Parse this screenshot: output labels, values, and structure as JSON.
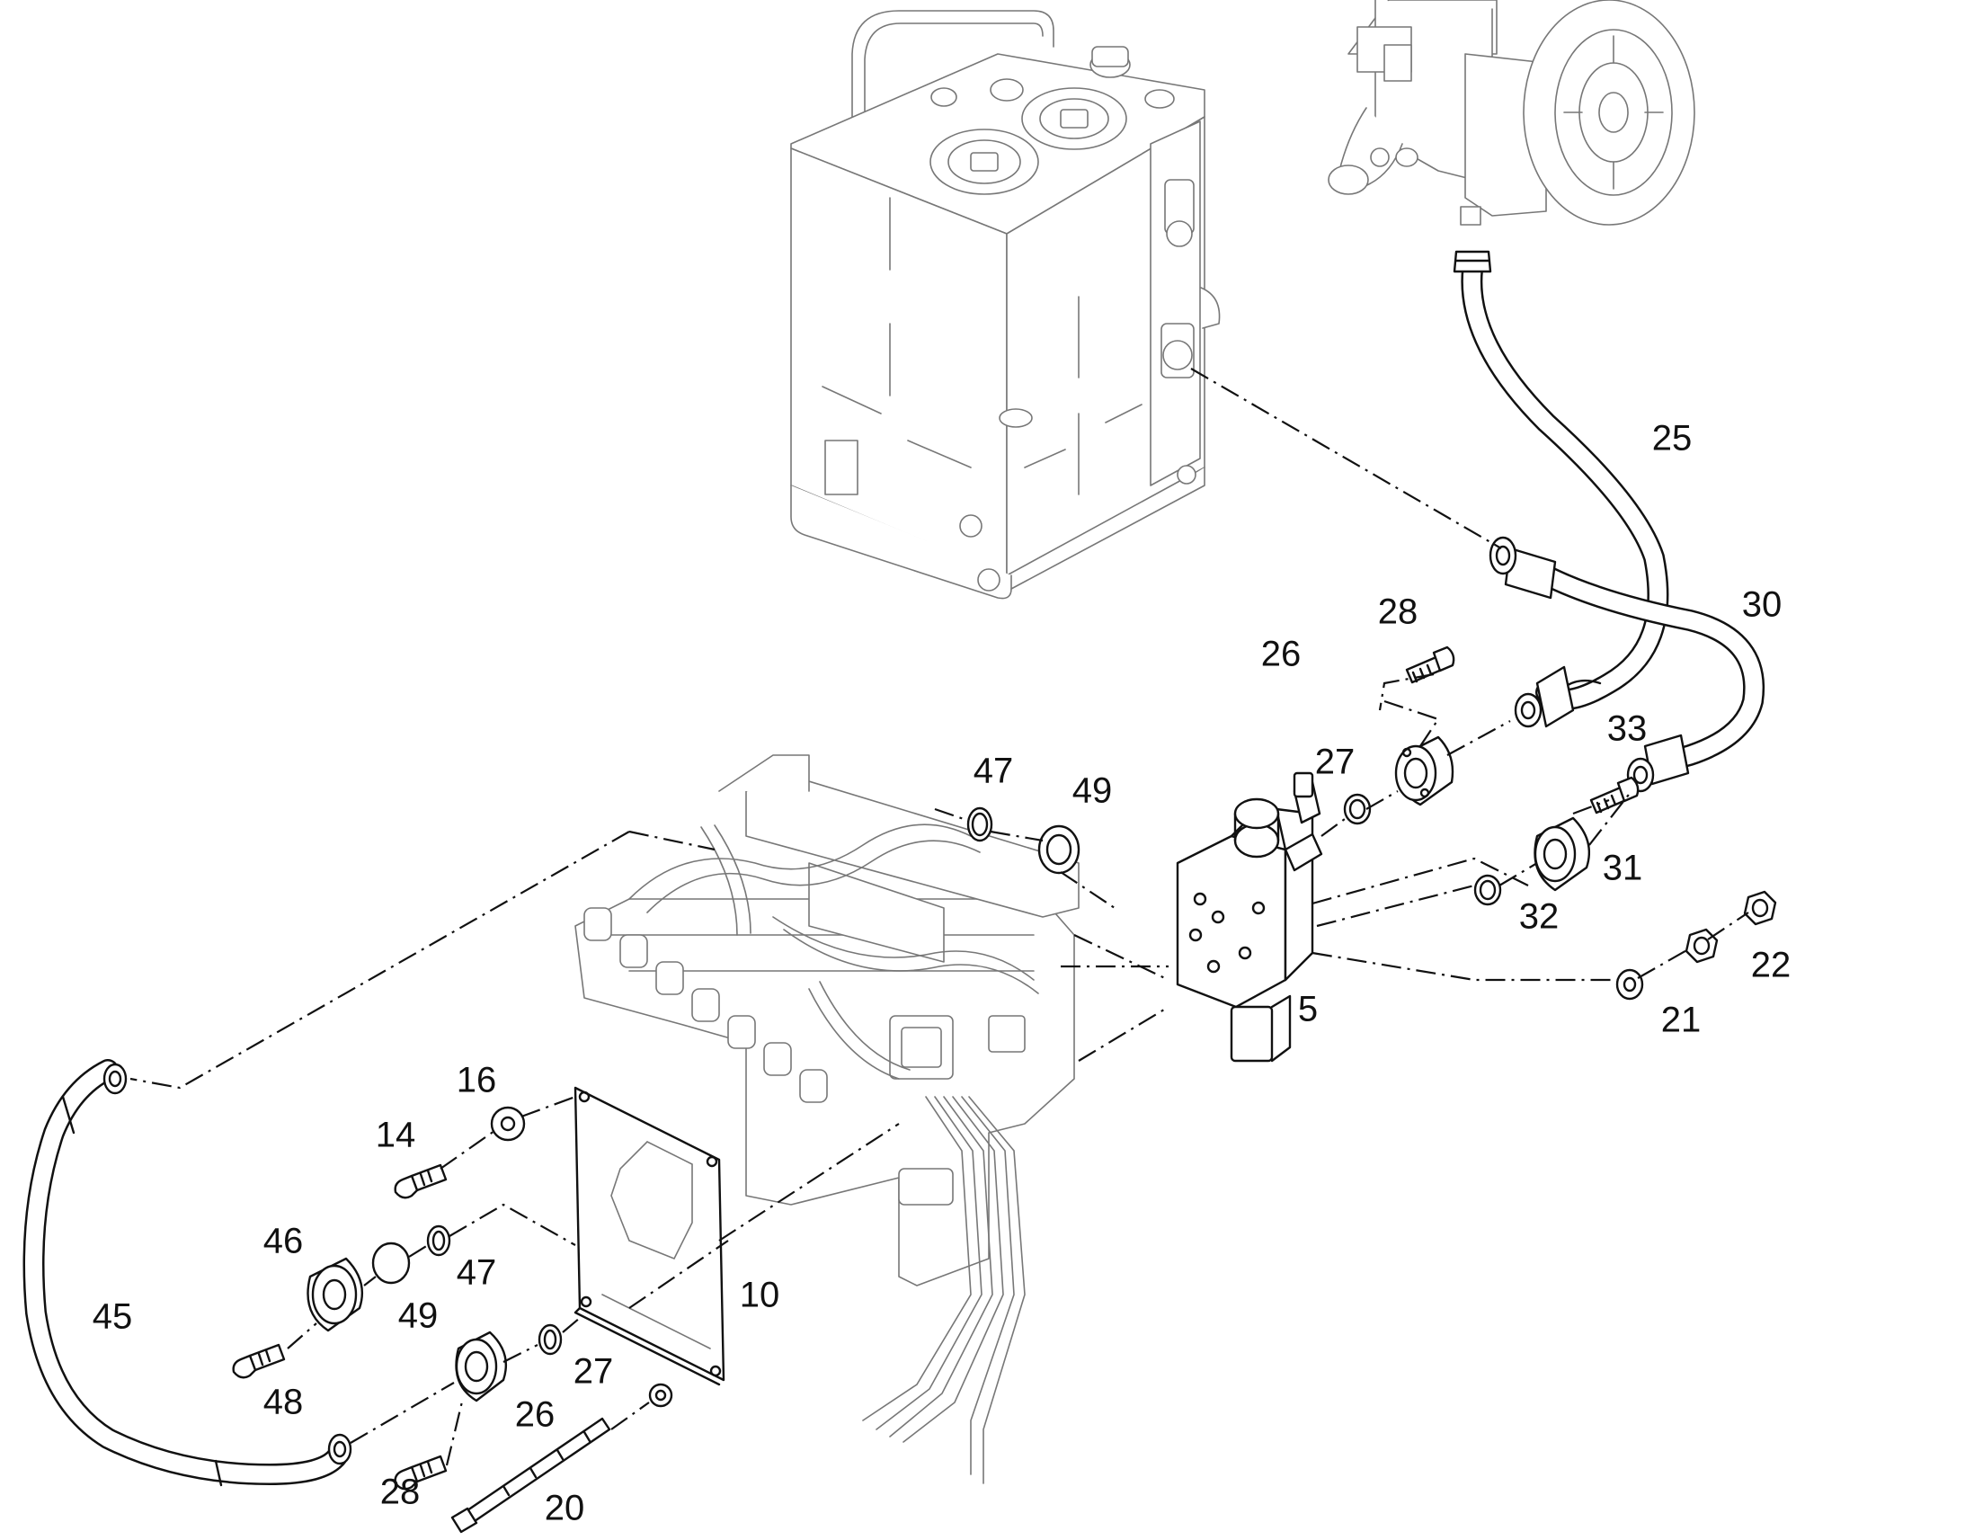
{
  "diagram": {
    "callouts": {
      "c25": "25",
      "c30": "30",
      "c28a": "28",
      "c26a": "26",
      "c33": "33",
      "c27a": "27",
      "c47a": "47",
      "c49a": "49",
      "c31": "31",
      "c32": "32",
      "c22": "22",
      "c21": "21",
      "c5": "5",
      "c16": "16",
      "c14": "14",
      "c46": "46",
      "c47b": "47",
      "c45": "45",
      "c49b": "49",
      "c10": "10",
      "c48": "48",
      "c27b": "27",
      "c26b": "26",
      "c28b": "28",
      "c20": "20"
    }
  }
}
